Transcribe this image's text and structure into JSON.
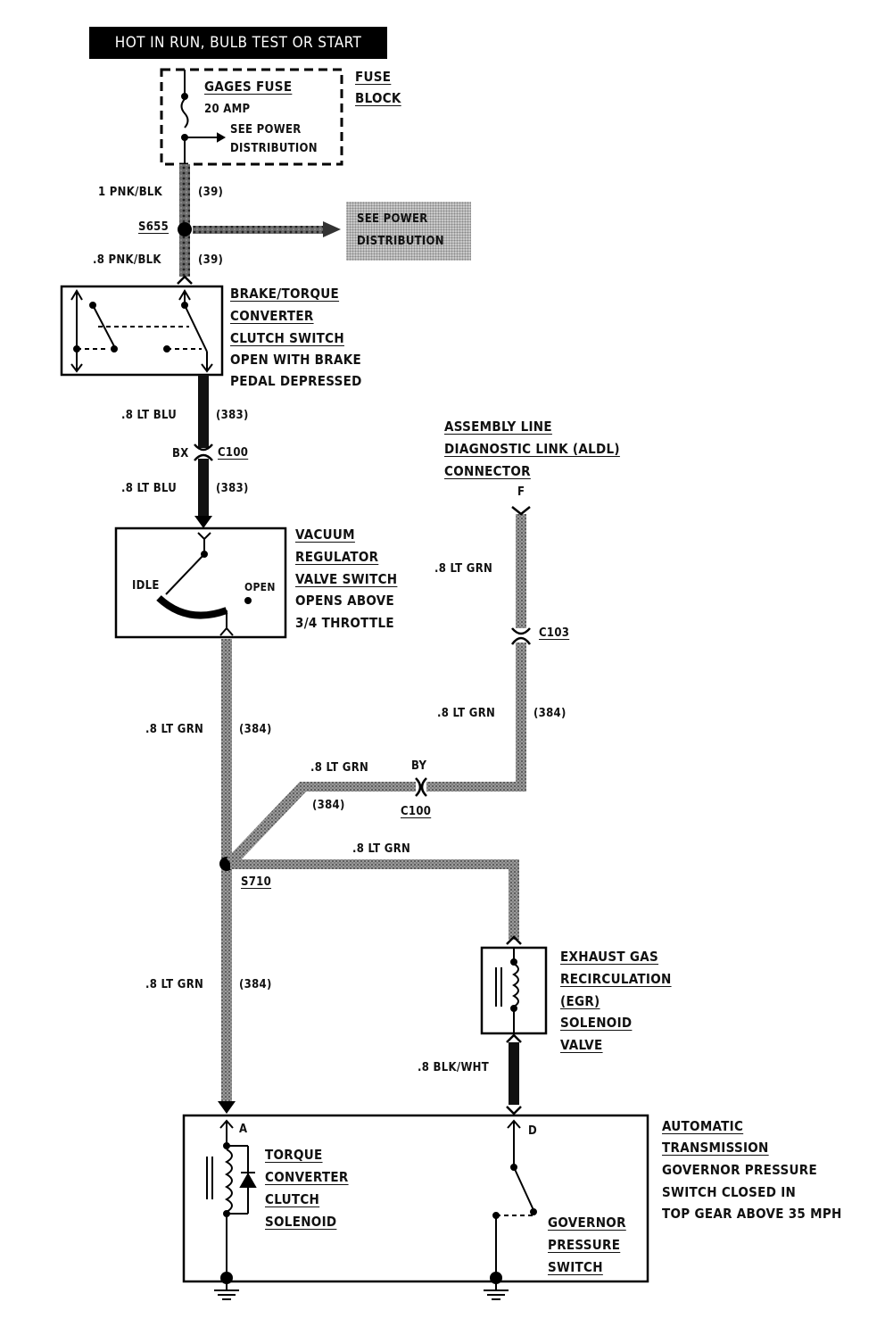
{
  "header": {
    "text": "HOT IN RUN, BULB TEST OR START"
  },
  "fuse_block": {
    "name": "GAGES FUSE",
    "rating": "20 AMP",
    "ref_line1": "SEE POWER",
    "ref_line2": "DISTRIBUTION",
    "label_line1": "FUSE",
    "label_line2": "BLOCK"
  },
  "wires": {
    "w1": {
      "gauge": "1 PNK/BLK",
      "circuit": "(39)"
    },
    "w2": {
      "gauge": ".8 PNK/BLK",
      "circuit": "(39)"
    },
    "w3": {
      "gauge": ".8 LT BLU",
      "circuit": "(383)"
    },
    "w4": {
      "gauge": ".8 LT BLU",
      "circuit": "(383)"
    },
    "w5": {
      "gauge": ".8 LT GRN",
      "circuit": "(384)"
    },
    "w6": {
      "gauge": ".8 LT GRN",
      "circuit": "(384)"
    },
    "w7": {
      "gauge": ".8 LT GRN"
    },
    "w8": {
      "gauge": ".8 LT GRN",
      "circuit": "(384)"
    },
    "w9": {
      "gauge": ".8 LT GRN",
      "circuit": "(384)"
    },
    "w10": {
      "gauge": ".8 LT GRN"
    },
    "w11": {
      "gauge": ".8 BLK/WHT"
    }
  },
  "splices": {
    "s655": "S655",
    "s710": "S710"
  },
  "power_ref": {
    "line1": "SEE POWER",
    "line2": "DISTRIBUTION"
  },
  "brake_switch": {
    "line1": "BRAKE/TORQUE",
    "line2": "CONVERTER",
    "line3": "CLUTCH SWITCH",
    "line4": "OPEN WITH BRAKE",
    "line5": "PEDAL DEPRESSED"
  },
  "connectors": {
    "c100_top": {
      "pin": "BX",
      "name": "C100"
    },
    "c100_mid": {
      "pin": "BY",
      "name": "C100"
    },
    "c103": {
      "name": "C103"
    }
  },
  "vacuum_switch": {
    "line1": "VACUUM",
    "line2": "REGULATOR",
    "line3": "VALVE SWITCH",
    "line4": "OPENS ABOVE",
    "line5": "3/4 THROTTLE",
    "idle": "IDLE",
    "open": "OPEN"
  },
  "aldl": {
    "line1": "ASSEMBLY LINE",
    "line2": "DIAGNOSTIC LINK (ALDL)",
    "line3": "CONNECTOR",
    "pin": "F"
  },
  "egr": {
    "line1": "EXHAUST GAS",
    "line2": "RECIRCULATION",
    "line3": "(EGR)",
    "line4": "SOLENOID",
    "line5": "VALVE"
  },
  "tcc_solenoid": {
    "line1": "TORQUE",
    "line2": "CONVERTER",
    "line3": "CLUTCH",
    "line4": "SOLENOID",
    "pin": "A"
  },
  "governor": {
    "line1": "GOVERNOR",
    "line2": "PRESSURE",
    "line3": "SWITCH",
    "pin": "D"
  },
  "transmission": {
    "line1": "AUTOMATIC",
    "line2": "TRANSMISSION",
    "line3": "GOVERNOR PRESSURE",
    "line4": "SWITCH CLOSED IN",
    "line5": "TOP GEAR ABOVE 35 MPH"
  }
}
